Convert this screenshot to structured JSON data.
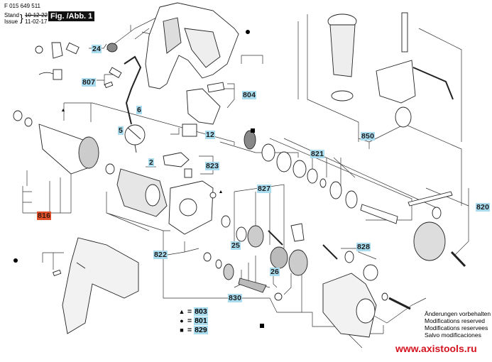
{
  "header": {
    "doc_number": "F 015 649 511",
    "stand_label": "Stand",
    "issue_label": "Issue",
    "stand_value_struck": "10-12-22",
    "issue_value": "11-02-17",
    "figure_label": "Fig. /Abb. 1"
  },
  "part_labels": {
    "p24": "24",
    "p807": "807",
    "p6": "6",
    "p804": "804",
    "p5": "5",
    "p12": "12",
    "p2": "2",
    "p823": "823",
    "p816": "816",
    "p821": "821",
    "p850": "850",
    "p827": "827",
    "p820": "820",
    "p822": "822",
    "p25": "25",
    "p828": "828",
    "p26": "26",
    "p830": "830"
  },
  "legend": [
    {
      "symbol": "▲",
      "symbol_name": "triangle",
      "equals": "=",
      "code": "803"
    },
    {
      "symbol": "●",
      "symbol_name": "circle",
      "equals": "=",
      "code": "801"
    },
    {
      "symbol": "■",
      "symbol_name": "square",
      "equals": "=",
      "code": "829"
    }
  ],
  "notes": [
    "Änderungen vorbehalten",
    "Modifications reserved",
    "Modifications reservees",
    "Salvo modificaciones"
  ],
  "watermark": "www.axistools.ru",
  "colors": {
    "label_bg": "#a9dcef",
    "highlight_label_bg": "#e0502a",
    "watermark": "#d4131f"
  }
}
